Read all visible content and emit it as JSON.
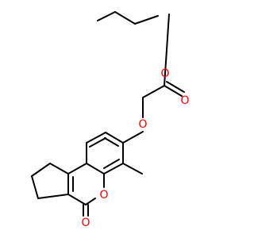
{
  "molecule": {
    "atoms": {
      "o_ether": "O",
      "o_ester_single": "O",
      "o_ester_double": "O",
      "o_ring": "O",
      "o_lactone_double": "O"
    },
    "colors": {
      "bond": "#000000",
      "oxygen": "#ff0000",
      "background": "#ffffff"
    }
  }
}
